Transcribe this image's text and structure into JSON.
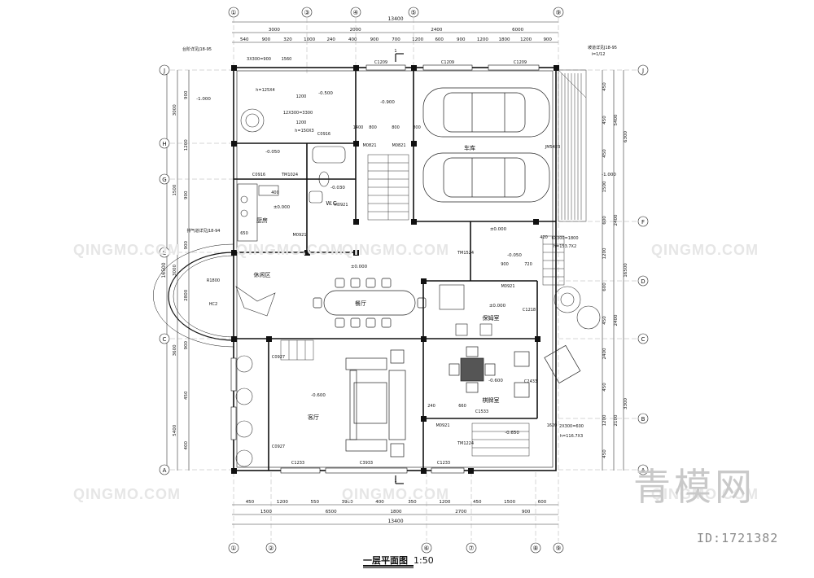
{
  "drawing_title": "一层平面图",
  "scale": "1:50",
  "watermark": {
    "brand": "青模网",
    "id": "ID:1721382",
    "tiles": [
      "QINGMO.COM",
      "QINGMO.COM",
      "QINGMO.COM",
      "QINGMO.COM",
      "QINGMO.COM",
      "QINGMO.COM",
      "QINGMO.COM"
    ]
  },
  "top_axes": [
    "①",
    "③",
    "④",
    "⑤",
    "⑨"
  ],
  "bottom_axes": [
    "①",
    "②",
    "⑥",
    "⑦",
    "⑧",
    "⑨"
  ],
  "left_axes": [
    "J",
    "H",
    "G",
    "E",
    "C",
    "A"
  ],
  "right_axes": [
    "J",
    "F",
    "D",
    "C",
    "B",
    "A"
  ],
  "top_dims": {
    "total": "13400",
    "row2": [
      "3000",
      "2000",
      "2400",
      "6000"
    ],
    "row3": [
      "540",
      "900",
      "320",
      "1000",
      "240",
      "400",
      "900",
      "700",
      "1200",
      "600",
      "900",
      "1200",
      "1800",
      "1200",
      "900"
    ]
  },
  "bottom_dims": {
    "total": "13400",
    "row2": [
      "1500",
      "6500",
      "1800",
      "2700",
      "900"
    ],
    "row3": [
      "450",
      "1200",
      "550",
      "3900",
      "400",
      "350",
      "1200",
      "450",
      "1500",
      "600"
    ]
  },
  "left_dims": {
    "total": "16500",
    "row2": [
      "3000",
      "1500",
      "3000",
      "3600",
      "5400"
    ],
    "row3": [
      "900",
      "1200",
      "900",
      "900",
      "2800",
      "900",
      "450",
      "400"
    ]
  },
  "right_dims": {
    "row1": [
      "6300",
      "16500",
      "3300"
    ],
    "row2": [
      "5400",
      "2400",
      "2400",
      "2100"
    ],
    "row3": [
      "450",
      "450",
      "450",
      "1500",
      "600",
      "1200",
      "600",
      "450",
      "2400",
      "450",
      "1200",
      "450"
    ]
  },
  "rooms": {
    "garage": "车库",
    "kitchen": "厨房",
    "wc": "W.C",
    "lounge": "休闲区",
    "dining": "餐厅",
    "nanny": "保姆室",
    "living": "客厅",
    "chess": "棋牌室"
  },
  "levels": [
    "-1.000",
    "-0.500",
    "-0.900",
    "-0.050",
    "-0.030",
    "±0.000",
    "±0.000",
    "±0.000",
    "-0.050",
    "±0.000",
    "-0.600",
    "-0.600",
    "-0.650",
    "-1.000"
  ],
  "doors_windows": [
    "C1209",
    "C1209",
    "C1209",
    "C0916",
    "TM1024",
    "C0916",
    "M0821",
    "M0821",
    "M0921",
    "M0921",
    "JM5423",
    "TM1524",
    "M0921",
    "C1218",
    "C0927",
    "C0927",
    "C1233",
    "C3933",
    "C1233",
    "M0921",
    "C1533",
    "C2433",
    "TM1224"
  ],
  "stair_notes": [
    "3X300=900",
    "1560",
    "h=125X4",
    "12X300=3300",
    "h=150X3",
    "6X300=1800",
    "h=153.7X2",
    "2X300=600",
    "h=116.7X3"
  ],
  "references": [
    "台阶详见J18-95",
    "排气道详见J18-94",
    "坡道详见J18-95",
    "i=1/12"
  ],
  "misc_labels": [
    "R1800",
    "HC2",
    "1",
    "1",
    "650",
    "420",
    "1620",
    "900",
    "720",
    "240",
    "660",
    "1200",
    "1200",
    "1400",
    "800",
    "800",
    "800",
    "400"
  ]
}
